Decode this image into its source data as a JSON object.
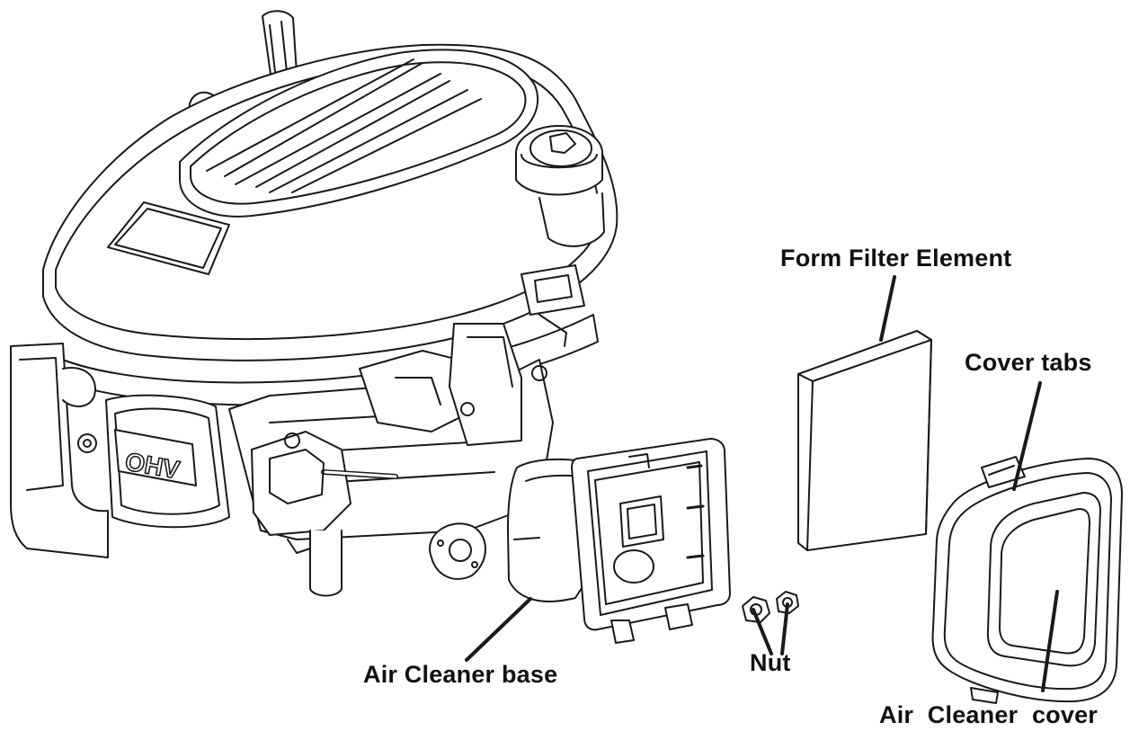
{
  "labels": {
    "foam_filter": "Form Filter Element",
    "cover_tabs": "Cover tabs",
    "air_cleaner_base": "Air Cleaner base",
    "nut": "Nut",
    "air_cleaner_cover": "Air  Cleaner  cover"
  },
  "engine": {
    "badge": "OHV"
  },
  "colors": {
    "line": "#1a1a1a",
    "background": "#ffffff"
  }
}
